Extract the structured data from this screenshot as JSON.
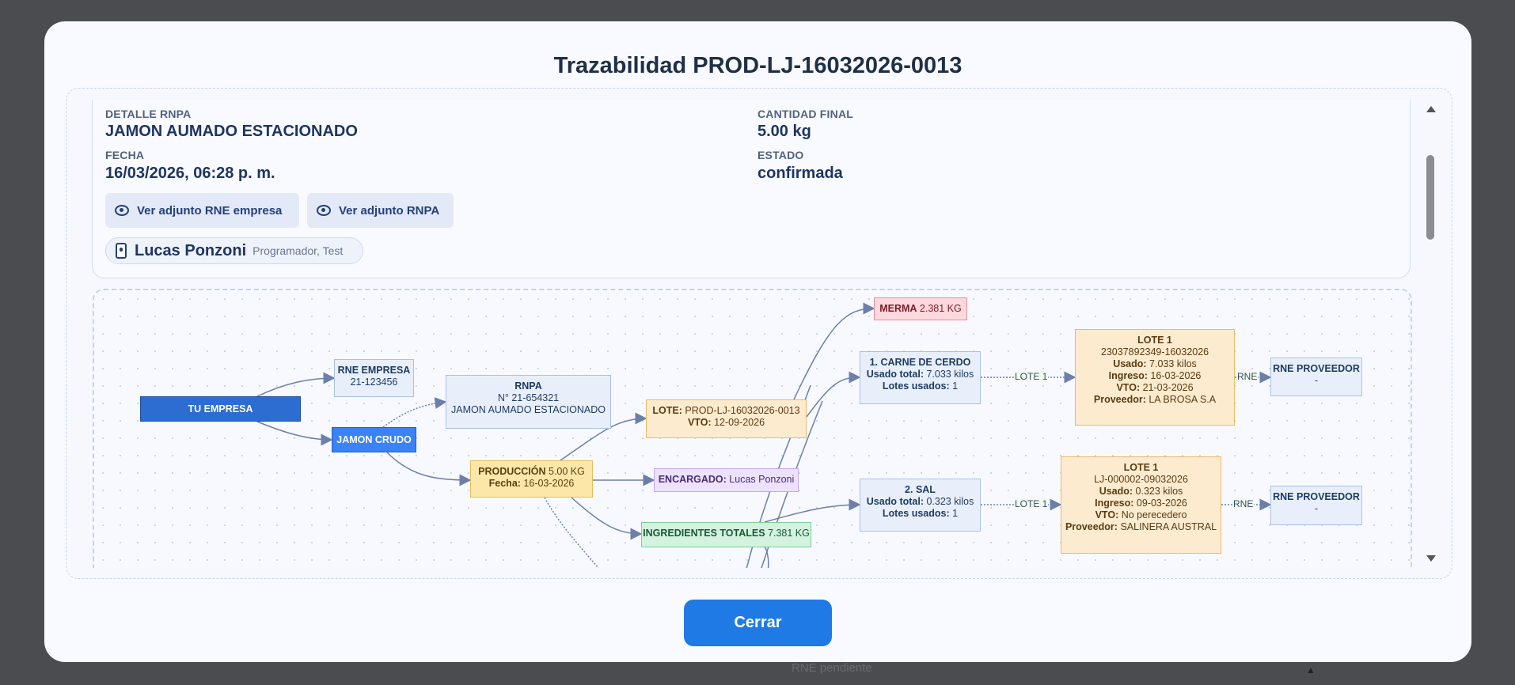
{
  "background": {
    "peek_text": "RNE pendiente"
  },
  "modal": {
    "title": "Trazabilidad PROD-LJ-16032026-0013",
    "close_label": "Cerrar"
  },
  "info": {
    "detalle_label": "DETALLE RNPA",
    "detalle_value": "JAMON AUMADO ESTACIONADO",
    "fecha_label": "FECHA",
    "fecha_value": "16/03/2026, 06:28 p. m.",
    "cantidad_label": "CANTIDAD FINAL",
    "cantidad_value": "5.00 kg",
    "estado_label": "ESTADO",
    "estado_value": "confirmada",
    "buttons": [
      {
        "label": "Ver adjunto RNE empresa",
        "icon": "eye-icon"
      },
      {
        "label": "Ver adjunto RNPA",
        "icon": "eye-icon"
      }
    ],
    "user": {
      "name": "Lucas Ponzoni",
      "role": "Programador, Test",
      "icon": "id-badge-icon"
    }
  },
  "graph": {
    "nodes": [
      {
        "id": "tu-empresa",
        "lines": [
          {
            "b": "TU EMPRESA",
            "v": ""
          }
        ]
      },
      {
        "id": "rne-empresa",
        "lines": [
          {
            "b": "RNE EMPRESA",
            "v": ""
          },
          {
            "b": "",
            "v": "21-123456"
          }
        ]
      },
      {
        "id": "jamon-crudo",
        "lines": [
          {
            "b": "JAMON CRUDO",
            "v": ""
          }
        ]
      },
      {
        "id": "rnpa",
        "lines": [
          {
            "b": "RNPA",
            "v": ""
          },
          {
            "b": "",
            "v": "N° 21-654321"
          },
          {
            "b": "",
            "v": "JAMON AUMADO ESTACIONADO"
          }
        ]
      },
      {
        "id": "lote",
        "lines": [
          {
            "b": "LOTE:",
            "v": " PROD-LJ-16032026-0013"
          },
          {
            "b": "VTO:",
            "v": " 12-09-2026"
          }
        ]
      },
      {
        "id": "produccion",
        "lines": [
          {
            "b": "PRODUCCIÓN",
            "v": " 5.00 KG"
          },
          {
            "b": "Fecha:",
            "v": " 16-03-2026"
          }
        ]
      },
      {
        "id": "encargado",
        "lines": [
          {
            "b": "ENCARGADO:",
            "v": " Lucas Ponzoni"
          }
        ]
      },
      {
        "id": "ingredientes",
        "lines": [
          {
            "b": "INGREDIENTES TOTALES",
            "v": " 7.381 KG"
          }
        ]
      },
      {
        "id": "merma",
        "lines": [
          {
            "b": "MERMA",
            "v": " 2.381 KG"
          }
        ]
      },
      {
        "id": "carne",
        "lines": [
          {
            "b": "1. CARNE DE CERDO",
            "v": ""
          },
          {
            "b": "Usado total:",
            "v": " 7.033 kilos"
          },
          {
            "b": "Lotes usados:",
            "v": " 1"
          }
        ]
      },
      {
        "id": "lote1-carne",
        "lines": [
          {
            "b": "LOTE 1",
            "v": ""
          },
          {
            "b": "",
            "v": "23037892349-16032026"
          },
          {
            "b": "Usado:",
            "v": " 7.033 kilos"
          },
          {
            "b": "Ingreso:",
            "v": " 16-03-2026"
          },
          {
            "b": "VTO:",
            "v": " 21-03-2026"
          },
          {
            "b": "Proveedor:",
            "v": " LA BROSA S.A"
          }
        ]
      },
      {
        "id": "rne-proveedor-1",
        "lines": [
          {
            "b": "RNE PROVEEDOR",
            "v": ""
          },
          {
            "b": "",
            "v": "-"
          }
        ]
      },
      {
        "id": "sal",
        "lines": [
          {
            "b": "2. SAL",
            "v": ""
          },
          {
            "b": "Usado total:",
            "v": " 0.323 kilos"
          },
          {
            "b": "Lotes usados:",
            "v": " 1"
          }
        ]
      },
      {
        "id": "lote1-sal",
        "lines": [
          {
            "b": "LOTE 1",
            "v": ""
          },
          {
            "b": "",
            "v": "LJ-000002-09032026"
          },
          {
            "b": "Usado:",
            "v": " 0.323 kilos"
          },
          {
            "b": "Ingreso:",
            "v": " 09-03-2026"
          },
          {
            "b": "VTO:",
            "v": " No perecedero"
          },
          {
            "b": "Proveedor:",
            "v": " SALINERA AUSTRAL"
          }
        ]
      },
      {
        "id": "rne-proveedor-2",
        "lines": [
          {
            "b": "RNE PROVEEDOR",
            "v": ""
          },
          {
            "b": "",
            "v": "-"
          }
        ]
      }
    ],
    "edge_labels": [
      "LOTE 1",
      "RNE",
      "LOTE 1",
      "RNE"
    ],
    "colors": {
      "empresa": "#2d6cd0",
      "producto": "#3b82f6",
      "info": "#e8effb",
      "lote": "#fdebd0",
      "produccion": "#fde7a8",
      "encargado": "#ede2fb",
      "ingredientes": "#d3f2df",
      "merma": "#fdd8dc",
      "edge": "#6d7fa8"
    }
  }
}
